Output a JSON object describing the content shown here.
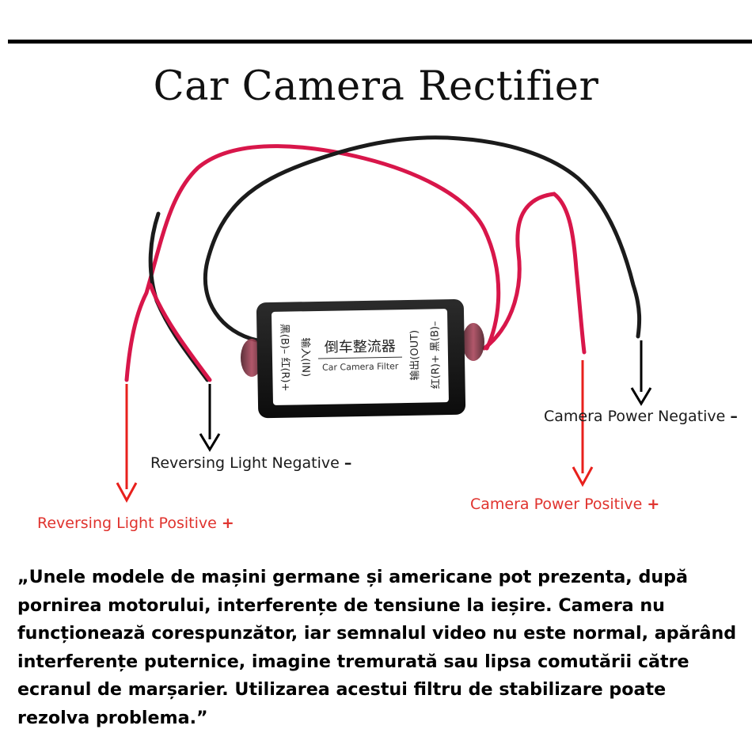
{
  "title": "Car Camera Rectifier",
  "device": {
    "name_cn": "倒车整流器",
    "name_en": "Car Camera Filter",
    "in_label": "黑(B)– 红(R)+",
    "in_side": "输入(IN)",
    "out_side": "输出(OUT)",
    "out_label": "红(R)+ 黑(B)–"
  },
  "labels": {
    "reversing_negative": "Reversing Light Negative",
    "reversing_negative_sign": "–",
    "reversing_positive": "Reversing Light Positive",
    "reversing_positive_sign": "+",
    "camera_negative": "Camera Power Negative",
    "camera_negative_sign": "–",
    "camera_positive": "Camera Power Positive",
    "camera_positive_sign": "+"
  },
  "colors": {
    "red_wire": "#d8164a",
    "black_wire": "#1b1b1b",
    "red_arrow": "#e8201c",
    "black_arrow": "#000000",
    "red_text": "#e0332e"
  },
  "caption": "„Unele modele de mașini germane și americane pot prezenta, după pornirea motorului, interferențe de tensiune la ieșire. Camera nu funcționează corespunzător, iar semnalul video nu este normal, apărând interferențe puternice, imagine tremurată sau lipsa comutării către ecranul de marșarier. Utilizarea acestui filtru de stabilizare poate rezolva problema.”"
}
